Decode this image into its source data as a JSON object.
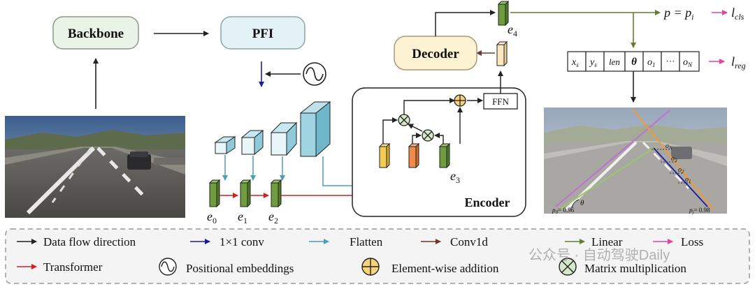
{
  "boxes": {
    "backbone": "Backbone",
    "pfi": "PFI",
    "decoder": "Decoder",
    "ffn": "FFN",
    "encoder": "Encoder"
  },
  "features": {
    "e0": "e",
    "e0_sub": "0",
    "e1": "e",
    "e1_sub": "1",
    "e2": "e",
    "e2_sub": "2",
    "e3": "e",
    "e3_sub": "3",
    "e4": "e",
    "e4_sub": "4"
  },
  "outputs": {
    "p_eq": "p = p",
    "p_sub": "i",
    "l": "l",
    "l_cls_sub": "cls",
    "l_reg_sub": "reg"
  },
  "vector_cells": [
    "x",
    "y",
    "len",
    "θ",
    "o",
    "···",
    "o"
  ],
  "vector_subs": [
    "s",
    "s",
    "",
    "",
    "1",
    "",
    "N"
  ],
  "road_overlay": {
    "p0": "p",
    "p0_sub": "0",
    "p0_val": "= 0.96",
    "pj": "p",
    "pj_sub": "j",
    "pj_val": "= 0.98",
    "theta": "θ",
    "offsets": [
      "o",
      "o",
      "o",
      "o"
    ],
    "offset_subs": [
      "N",
      "3",
      "2",
      "1"
    ]
  },
  "legend": {
    "data_flow": "Data flow direction",
    "conv1x1": "1×1 conv",
    "flatten": "Flatten",
    "conv1d": "Conv1d",
    "linear": "Linear",
    "loss": "Loss",
    "transformer": "Transformer",
    "pos_emb": "Positional embeddings",
    "add": "Element-wise addition",
    "matmul": "Matrix multiplication"
  },
  "watermark": "公众号 · 自动驾驶Daily",
  "colors": {
    "black": "#222222",
    "blue": "#1c1c9c",
    "teal": "#4a9fb2",
    "brown": "#6b3a2a",
    "green": "#5f7f2e",
    "pink": "#e8409a",
    "red": "#d42020",
    "backbone_fill": "#e9f3e6",
    "pfi_fill": "#e2f2f6",
    "decoder_fill": "#fdf2d2"
  }
}
